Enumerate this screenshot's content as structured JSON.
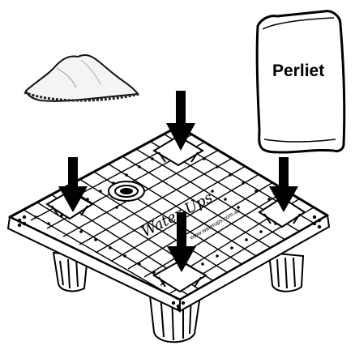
{
  "bag": {
    "label": "Perliet",
    "color": "#000000"
  },
  "tray": {
    "brand": "Water-Ups",
    "url": "www.waterups.com.au",
    "arrow_color": "#000000",
    "line_color": "#000000"
  },
  "icons": [
    "powder-pile-icon",
    "perlite-bag-icon",
    "grid-tray-icon",
    "down-arrow-icon",
    "drain-hole-icon"
  ]
}
